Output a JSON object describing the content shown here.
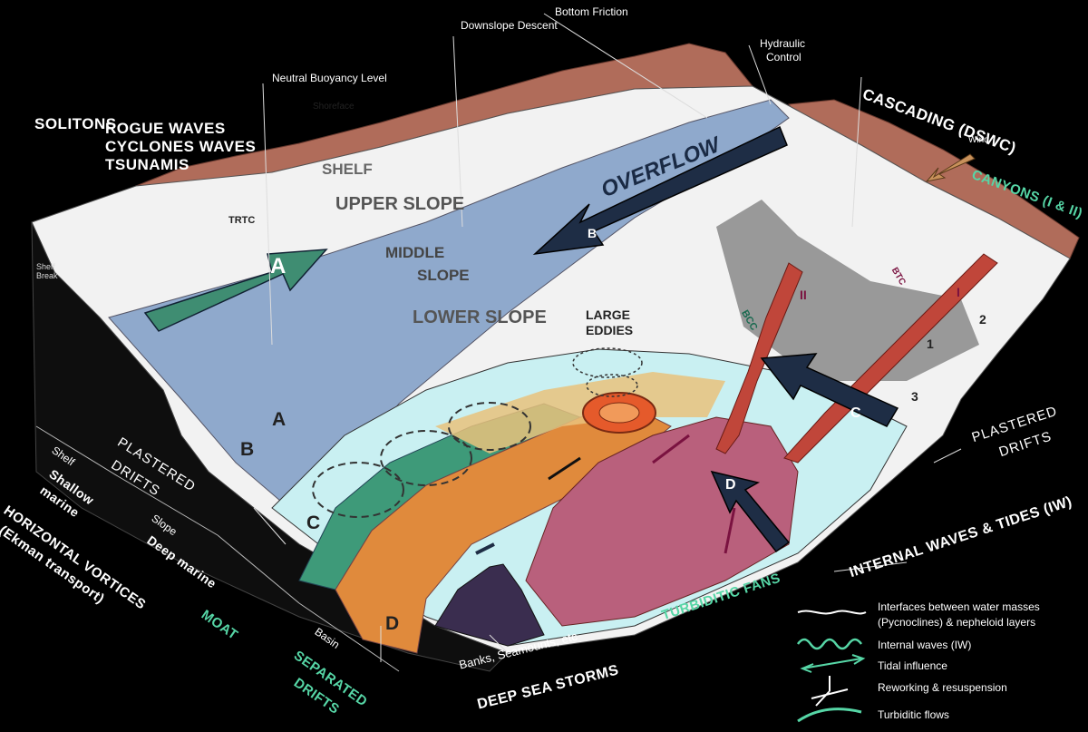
{
  "colors": {
    "background": "#000000",
    "accent_green": "#56d6a6",
    "slope_blue": "#8fa9cc",
    "land_brown": "#b06c5a",
    "fan_pink": "#b9607c",
    "drift_orange": "#e08a3c",
    "drift_green": "#3e9a79",
    "deep_cyan": "#c9f0f2"
  },
  "labels": {
    "solitons": "SOLITONS",
    "rogue_waves": "ROGUE WAVES",
    "cyclones_waves": "CYCLONES WAVES",
    "tsunamis": "TSUNAMIS",
    "neutral_buoyancy": "Neutral Buoyancy Level",
    "downslope_descent": "Downslope Descent",
    "bottom_friction": "Bottom Friction",
    "hydraulic": "Hydraulic",
    "control": "Control",
    "cascading": "CASCADING (DSWC)",
    "canyons": "CANYONS (I & II)",
    "wind": "Wind",
    "shoreface": "Shoreface",
    "shelf": "SHELF",
    "upper_slope": "UPPER SLOPE",
    "middle": "MIDDLE",
    "slope": "SLOPE",
    "lower_slope": "LOWER SLOPE",
    "overflow": "OVERFLOW",
    "trtc": "TRTC",
    "shelf_break_1": "Shelf",
    "shelf_break_2": "Break",
    "large_eddies_1": "LARGE",
    "large_eddies_2": "EDDIES",
    "bcc": "BCC",
    "btc": "BTC",
    "canyon_II": "II",
    "canyon_I": "I",
    "num_1": "1",
    "num_2": "2",
    "num_3": "3",
    "plastered_drifts_left_1": "PLASTERED",
    "plastered_drifts_left_2": "DRIFTS",
    "plastered_drifts_right_1": "PLASTERED",
    "plastered_drifts_right_2": "DRIFTS",
    "internal_waves_tides": "INTERNAL WAVES & TIDES (IW)",
    "turbiditic_fans": "TURBIDITIC FANS",
    "banks_seamounts": "Banks, Seamounts, etc",
    "deep_sea_storms": "DEEP SEA STORMS",
    "separated_drifts_1": "SEPARATED",
    "separated_drifts_2": "DRIFTS",
    "moat": "MOAT",
    "basin": "Basin",
    "side_shelf": "Shelf",
    "side_slope": "Slope",
    "shallow_marine_1": "Shallow",
    "shallow_marine_2": "marine",
    "deep_marine": "Deep marine",
    "horizontal_vortices_1": "HORIZONTAL VORTICES",
    "horizontal_vortices_2": "(Ekman transport)",
    "arrow_A": "A",
    "arrow_B": "B",
    "arrow_C": "C",
    "arrow_D": "D",
    "zone_A": "A",
    "zone_B": "B",
    "zone_C": "C",
    "zone_D": "D"
  },
  "legend": {
    "interfaces_1": "Interfaces between water masses",
    "interfaces_2": "(Pycnoclines) & nepheloid layers",
    "internal_waves": "Internal waves (IW)",
    "tidal": "Tidal influence",
    "reworking": "Reworking & resuspension",
    "turbiditic_flows": "Turbiditic flows"
  }
}
